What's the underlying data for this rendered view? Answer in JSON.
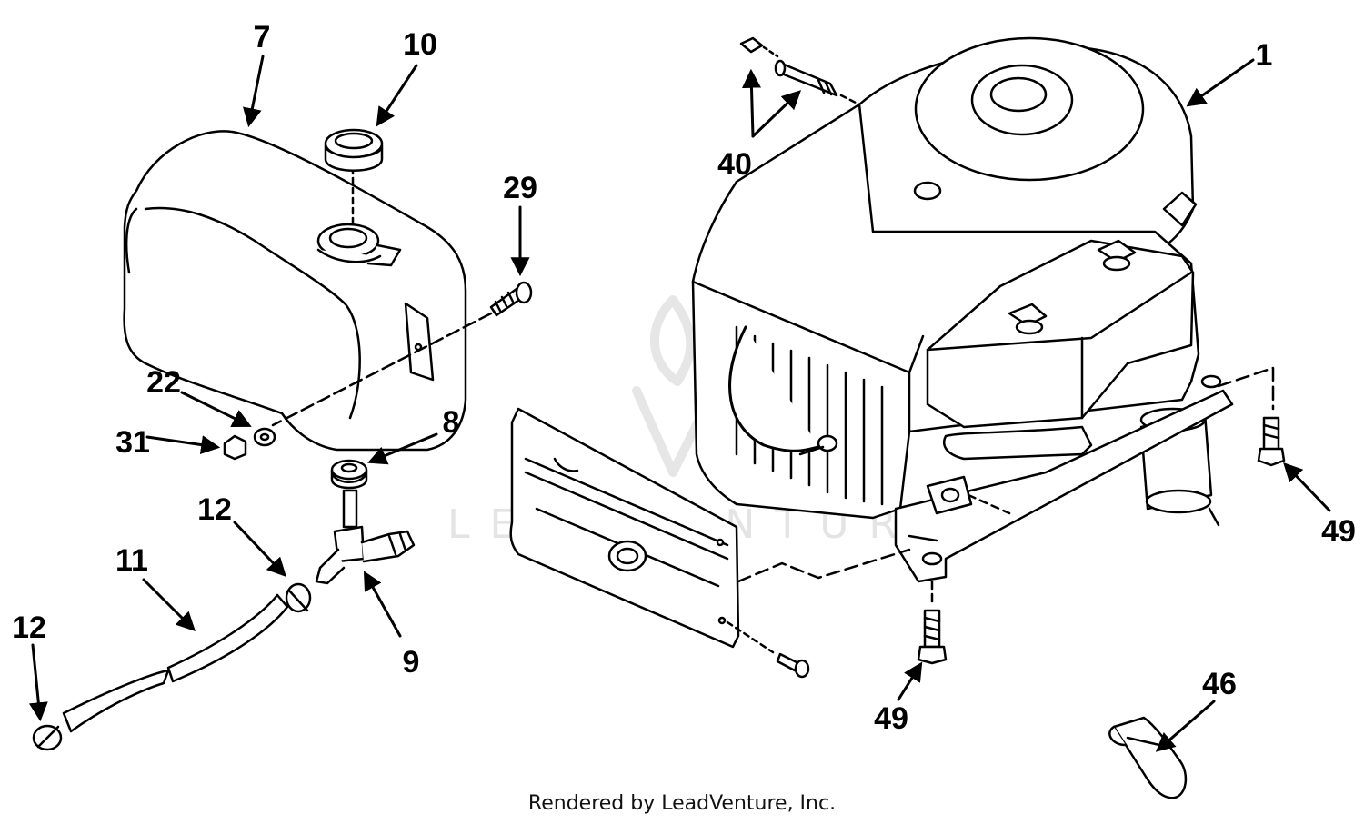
{
  "diagram": {
    "callouts": {
      "c1": "1",
      "c7": "7",
      "c10": "10",
      "c29": "29",
      "c40": "40",
      "c22": "22",
      "c31": "31",
      "c8": "8",
      "c12a": "12",
      "c11": "11",
      "c12b": "12",
      "c9": "9",
      "c49a": "49",
      "c49b": "49",
      "c46": "46"
    },
    "watermark": "LEADVENTURE",
    "footer": "Rendered by LeadVenture, Inc."
  }
}
